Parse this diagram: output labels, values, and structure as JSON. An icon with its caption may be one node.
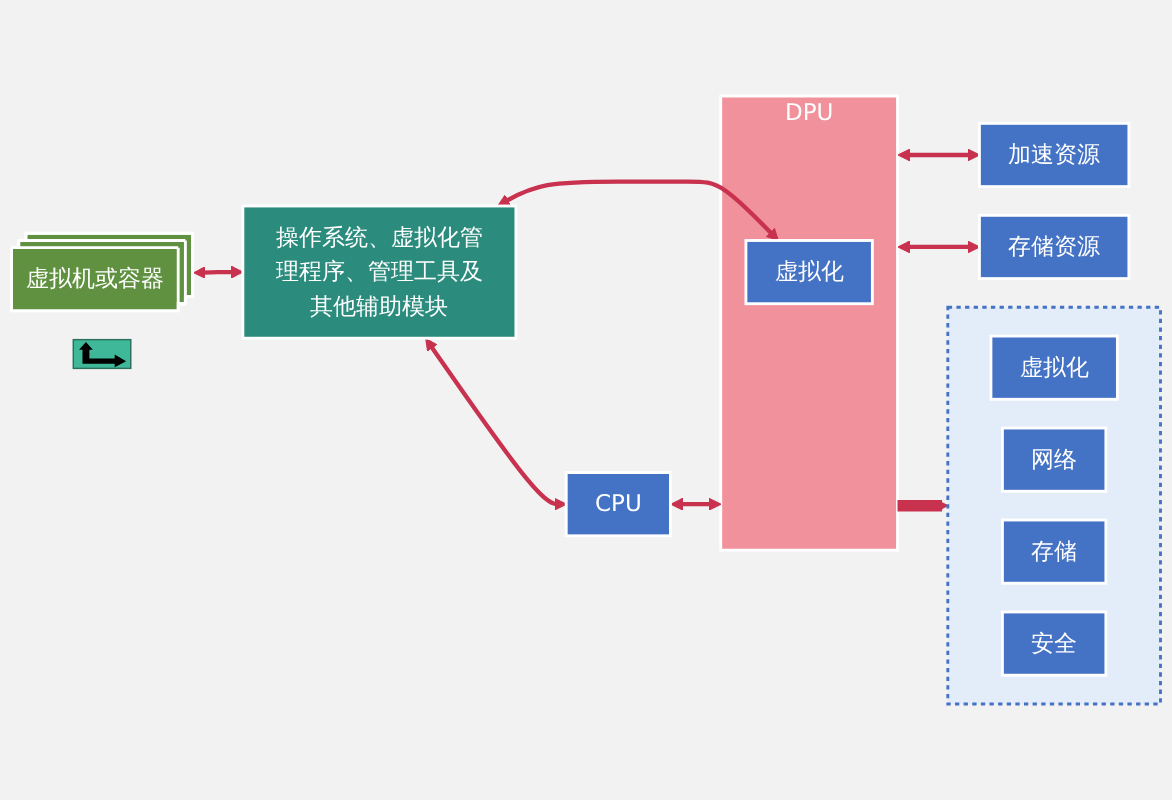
{
  "diagram": {
    "nodes": [
      {
        "text": [
          "虚拟机或容器"
        ]
      },
      {
        "text": [
          "操作系统、虚拟化管理程序、管理工具及其他辅助模块"
        ]
      },
      {
        "text": [
          "CPU"
        ]
      },
      {
        "text": [
          "DPU"
        ]
      },
      {
        "text": [
          "虚拟化"
        ],
        "in": 3
      },
      {
        "text": [
          "加速资源"
        ]
      },
      {
        "text": [
          "存储资源"
        ]
      },
      {
        "text": [],
        "shape": "box"
      },
      {
        "text": [
          "虚拟化"
        ],
        "in": 7
      },
      {
        "text": [
          "网络"
        ],
        "in": 7
      },
      {
        "text": [
          "存储"
        ],
        "in": 7
      },
      {
        "text": [
          "安全"
        ],
        "in": 7
      },
      {
        "text": [],
        "shape": "picture"
      }
    ],
    "edges": [
      {
        "from": 0,
        "to": 1,
        "arrow": "both"
      },
      {
        "from": 1,
        "to": 4,
        "arrow": "both"
      },
      {
        "from": 1,
        "to": 2,
        "arrow": "both"
      },
      {
        "from": 2,
        "to": 3,
        "arrow": "both"
      },
      {
        "from": 3,
        "to": 5,
        "arrow": "both"
      },
      {
        "from": 3,
        "to": 6,
        "arrow": "both"
      },
      {
        "from": 3,
        "to": 7,
        "arrow": "to",
        "style": "thick"
      }
    ]
  }
}
